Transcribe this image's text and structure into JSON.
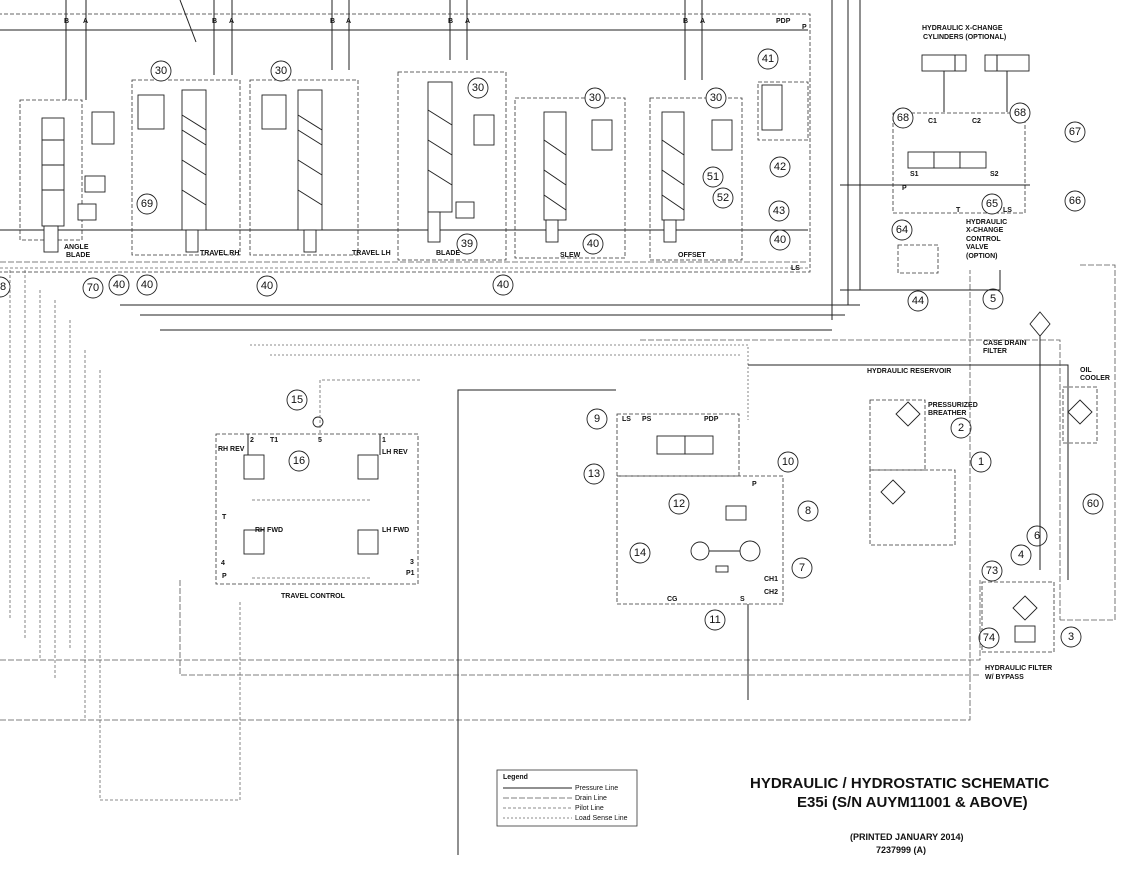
{
  "title": {
    "line1": "HYDRAULIC / HYDROSTATIC SCHEMATIC",
    "line2": "E35i (S/N AUYM11001 & ABOVE)",
    "printed": "(PRINTED JANUARY 2014)",
    "doc_number": "7237999 (A)"
  },
  "legend": {
    "heading": "Legend",
    "items": [
      "Pressure Line",
      "Drain Line",
      "Pilot Line",
      "Load Sense Line"
    ]
  },
  "valve_labels": {
    "angle_blade": [
      "ANGLE",
      "BLADE"
    ],
    "travel_rh": "TRAVEL RH",
    "travel_lh": "TRAVEL LH",
    "blade": "BLADE",
    "slew": "SLEW",
    "offset": "OFFSET"
  },
  "port_labels": {
    "b1": "B",
    "a1": "A",
    "b2": "B",
    "a2": "A",
    "b3": "B",
    "a3": "A",
    "b4": "B",
    "a4": "A",
    "b5": "B",
    "a5": "A",
    "pdp": "PDP",
    "p": "P",
    "ls": "LS"
  },
  "component_labels": {
    "xchange_cyl": [
      "HYDRAULIC X-CHANGE",
      "CYLINDERS (OPTIONAL)"
    ],
    "xchange_valve": [
      "HYDRAULIC",
      "X-CHANGE",
      "CONTROL",
      "VALVE",
      "(OPTION)"
    ],
    "case_drain": [
      "CASE DRAIN",
      "FILTER"
    ],
    "reservoir": "HYDRAULIC RESERVOIR",
    "breather": [
      "PRESSURIZED",
      "BREATHER"
    ],
    "oil_cooler": [
      "OIL",
      "COOLER"
    ],
    "hyd_filter": [
      "HYDRAULIC FILTER",
      "W/ BYPASS"
    ],
    "travel_control": "TRAVEL CONTROL",
    "rh_rev": "RH REV",
    "lh_rev": "LH REV",
    "rh_fwd": "RH FWD",
    "lh_fwd": "LH FWD",
    "tc_2": "2",
    "tc_t1": "T1",
    "tc_5": "5",
    "tc_1": "1",
    "tc_t": "T",
    "tc_4": "4",
    "tc_p": "P",
    "tc_3": "3",
    "tc_p1": "P1",
    "pump_ls": "LS",
    "pump_ps": "PS",
    "pump_pdp": "PDP",
    "pump_p": "P",
    "pump_cg": "CG",
    "pump_s": "S",
    "pump_ch1": "CH1",
    "pump_ch2": "CH2",
    "xv_c1": "C1",
    "xv_c2": "C2",
    "xv_s1": "S1",
    "xv_s2": "S2",
    "xv_p": "P",
    "xv_t": "T",
    "xv_ls": "LS"
  },
  "callouts": {
    "c30a": "30",
    "c30b": "30",
    "c30c": "30",
    "c30d": "30",
    "c30e": "30",
    "c41": "41",
    "c42": "42",
    "c43": "43",
    "c40a": "40",
    "c40b": "40",
    "c40c": "40",
    "c40d": "40",
    "c40e": "40",
    "c40f": "40",
    "c69": "69",
    "c70": "70",
    "c39": "39",
    "c51": "51",
    "c52": "52",
    "c8": "8",
    "c68a": "68",
    "c68b": "68",
    "c67": "67",
    "c64": "64",
    "c65": "65",
    "c66": "66",
    "c44": "44",
    "c5": "5",
    "c15": "15",
    "c16": "16",
    "c9": "9",
    "c13": "13",
    "c12": "12",
    "c10": "10",
    "c8b": "8",
    "c14": "14",
    "c7": "7",
    "c11": "11",
    "c2": "2",
    "c1": "1",
    "c60": "60",
    "c6": "6",
    "c4": "4",
    "c73": "73",
    "c74": "74",
    "c3": "3"
  }
}
